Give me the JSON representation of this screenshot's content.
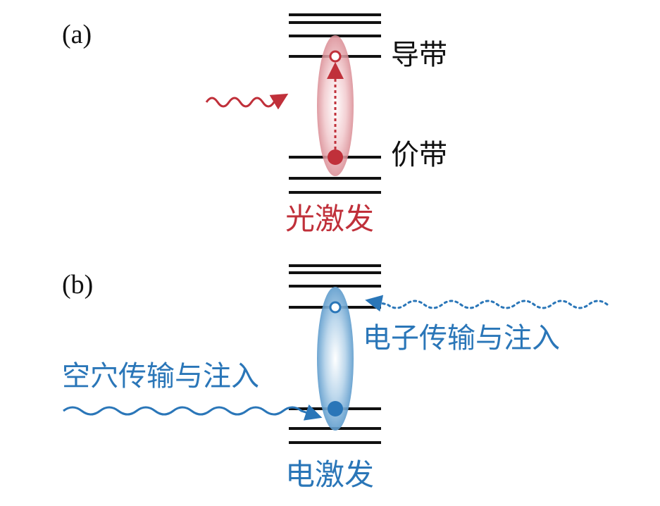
{
  "panel_a": {
    "label": "(a)",
    "conduction_band": "导带",
    "valence_band": "价带",
    "caption": "光激发"
  },
  "panel_b": {
    "label": "(b)",
    "electron_label": "电子传输与注入",
    "hole_label": "空穴传输与注入",
    "caption": "电激发"
  },
  "colors": {
    "red": "#c0303a",
    "blue": "#2a76b8",
    "black": "#111111"
  }
}
